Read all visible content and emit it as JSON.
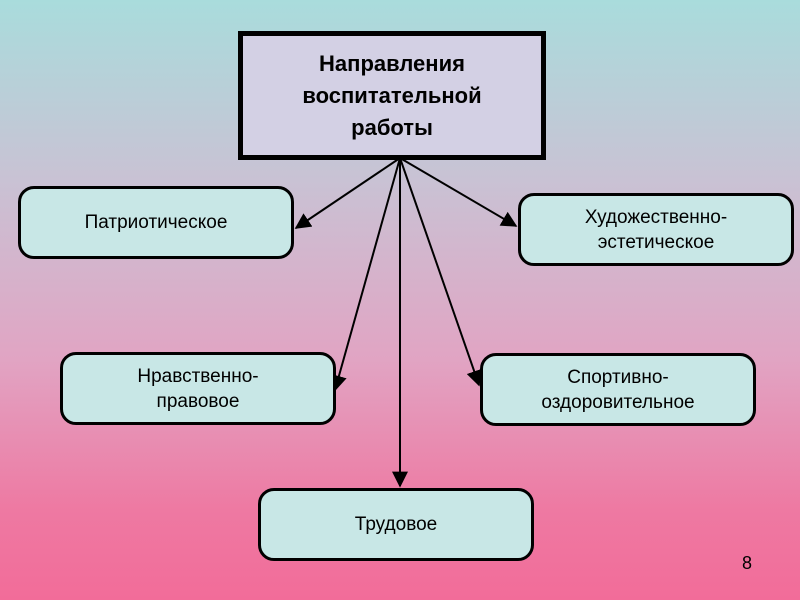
{
  "title": "Направления\nвоспитательной\nработы",
  "nodes": {
    "patriotic": "Патриотическое",
    "artistic": "Художественно-\nэстетическое",
    "moral": "Нравственно-\nправовое",
    "sport": "Спортивно-\nоздоровительное",
    "labor": "Трудовое"
  },
  "page_number": "8"
}
